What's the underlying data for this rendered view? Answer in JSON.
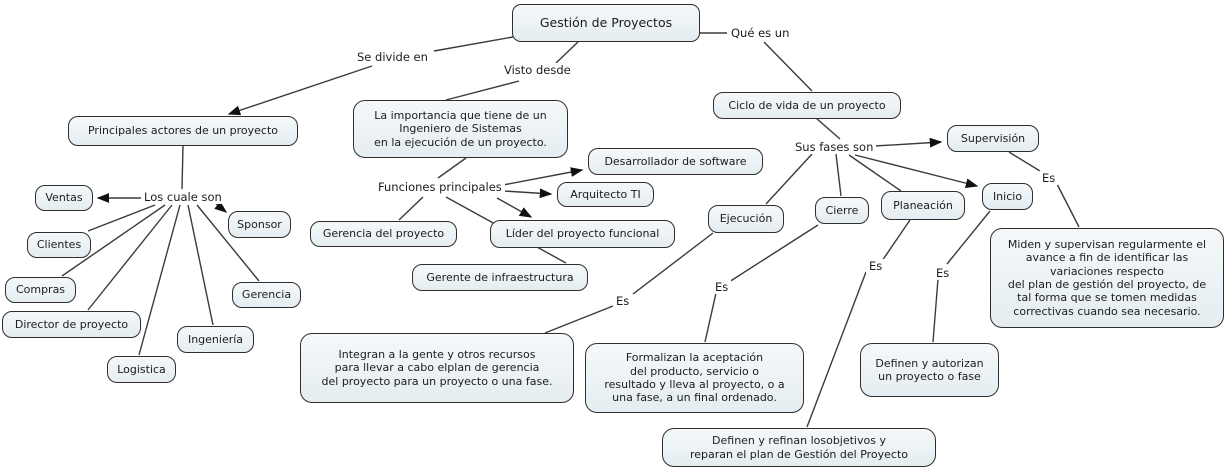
{
  "colors": {
    "background": "#ffffff",
    "node_fill_top": "#f4f8fa",
    "node_fill_bottom": "#e5edf1",
    "node_border": "#2e2e2e",
    "line": "#3b3b3b",
    "arrow": "#111111",
    "text": "#1c1c1c"
  },
  "nodes": {
    "gestion": "Gestión de Proyectos",
    "principales": "Principales actores de un proyecto",
    "importancia": "La  importancia que  tiene de un\nIngeniero de Sistemas\nen la ejecución de un proyecto.",
    "ciclo": "Ciclo de vida de un proyecto",
    "ventas": "Ventas",
    "clientes": "Clientes",
    "compras": "Compras",
    "director": "Director de proyecto",
    "logistica": "Logistica",
    "ingenieria": "Ingeniería",
    "gerencia": "Gerencia",
    "sponsor": "Sponsor",
    "gerencia_proyecto": "Gerencia del proyecto",
    "desarrollador": "Desarrollador de software",
    "arquitecto": "Arquitecto TI",
    "lider": "Líder del proyecto funcional",
    "gerente_infra": "Gerente de infraestructura",
    "ejecucion": "Ejecución",
    "cierre": "Cierre",
    "planeacion": "Planeación",
    "inicio": "Inicio",
    "supervision": "Supervisión",
    "miden": "Miden y supervisan regularmente el\navance a fin de identificar las\nvariaciones respecto\ndel plan de gestión del proyecto, de\ntal forma que se tomen medidas\ncorrectivas cuando sea necesario.",
    "integran": "Integran a la gente y otros recursos\npara llevar a  cabo elplan de gerencia\ndel proyecto para un proyecto o una fase.",
    "formalizan": "Formalizan la aceptación\ndel producto, servicio o\nresultado y lleva al proyecto, o a\nuna fase, a un final ordenado.",
    "autorizan": "Definen y autorizan\nun proyecto o fase",
    "refinan": "Definen y refinan losobjetivos y\nreparan el plan de Gestión  del Proyecto"
  },
  "links": {
    "se_divide_en": "Se divide en",
    "visto_desde": "Visto desde",
    "que_es_un": "Qué es un",
    "los_cuale_son": "Los cuale son",
    "funciones_principales": "Funciones principales",
    "sus_fases_son": "Sus fases son",
    "es": "Es"
  }
}
